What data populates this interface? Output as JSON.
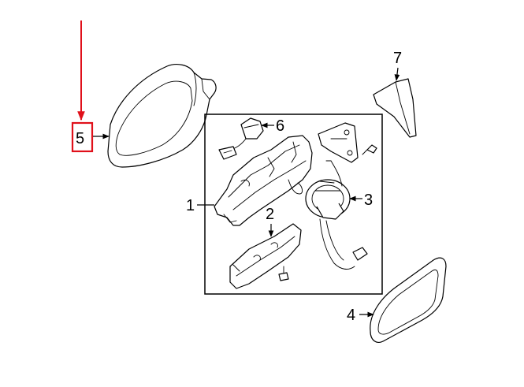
{
  "diagram": {
    "callouts": [
      {
        "id": "callout-1",
        "label": "1"
      },
      {
        "id": "callout-2",
        "label": "2"
      },
      {
        "id": "callout-3",
        "label": "3"
      },
      {
        "id": "callout-4",
        "label": "4"
      },
      {
        "id": "callout-5",
        "label": "5"
      },
      {
        "id": "callout-6",
        "label": "6"
      },
      {
        "id": "callout-7",
        "label": "7"
      }
    ],
    "highlight": {
      "target": "5",
      "color": "#e0101a"
    },
    "line_color": "#000000"
  }
}
